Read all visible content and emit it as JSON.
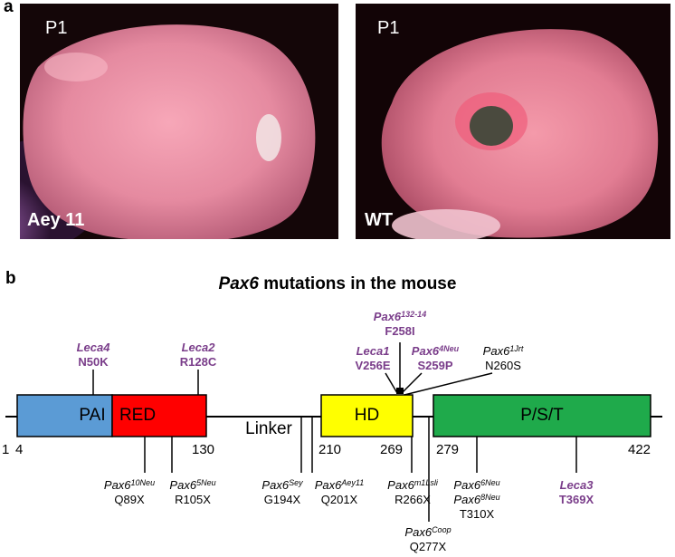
{
  "panel_a": {
    "letter": "a",
    "photos": [
      {
        "age": "P1",
        "genotype": "Aey 11"
      },
      {
        "age": "P1",
        "genotype": "WT"
      }
    ]
  },
  "panel_b": {
    "letter": "b",
    "title_italic": "Pax6",
    "title_rest": " mutations in the mouse",
    "domains": [
      {
        "label": "PAI",
        "color": "#5b9bd5"
      },
      {
        "label": "RED",
        "color": "#ff0000"
      },
      {
        "label": "HD",
        "color": "#ffff00"
      },
      {
        "label": "P/S/T",
        "color": "#1faa4b"
      }
    ],
    "linker_label": "Linker",
    "positions": [
      "1",
      "4",
      "130",
      "210",
      "269",
      "279",
      "422"
    ],
    "mutations_above": [
      {
        "gene": "Leca4",
        "sup": "",
        "change": "N50K",
        "purple": true
      },
      {
        "gene": "Leca2",
        "sup": "",
        "change": "R128C",
        "purple": true
      },
      {
        "gene": "Leca1",
        "sup": "",
        "change": "V256E",
        "purple": true
      },
      {
        "gene": "Pax6",
        "sup": "132-14",
        "change": "F258I",
        "purple": true
      },
      {
        "gene": "Pax6",
        "sup": "4Neu",
        "change": "S259P",
        "purple": true
      },
      {
        "gene": "Pax6",
        "sup": "1Jrt",
        "change": "N260S",
        "purple": false
      }
    ],
    "mutations_below": [
      {
        "gene": "Pax6",
        "sup": "10Neu",
        "change": "Q89X",
        "purple": false
      },
      {
        "gene": "Pax6",
        "sup": "5Neu",
        "change": "R105X",
        "purple": false
      },
      {
        "gene": "Pax6",
        "sup": "Sey",
        "change": "G194X",
        "purple": false
      },
      {
        "gene": "Pax6",
        "sup": "Aey11",
        "change": "Q201X",
        "purple": false
      },
      {
        "gene": "Pax6",
        "sup": "m1Lsli",
        "change": "R266X",
        "purple": false
      },
      {
        "gene": "Pax6",
        "sup": "Coop",
        "change": "Q277X",
        "purple": false
      },
      {
        "gene": "Pax6",
        "sup": "6Neu",
        "gene2": "Pax6",
        "sup2": "8Neu",
        "change": "T310X",
        "purple": false
      },
      {
        "gene": "Leca3",
        "sup": "",
        "change": "T369X",
        "purple": true
      }
    ]
  }
}
